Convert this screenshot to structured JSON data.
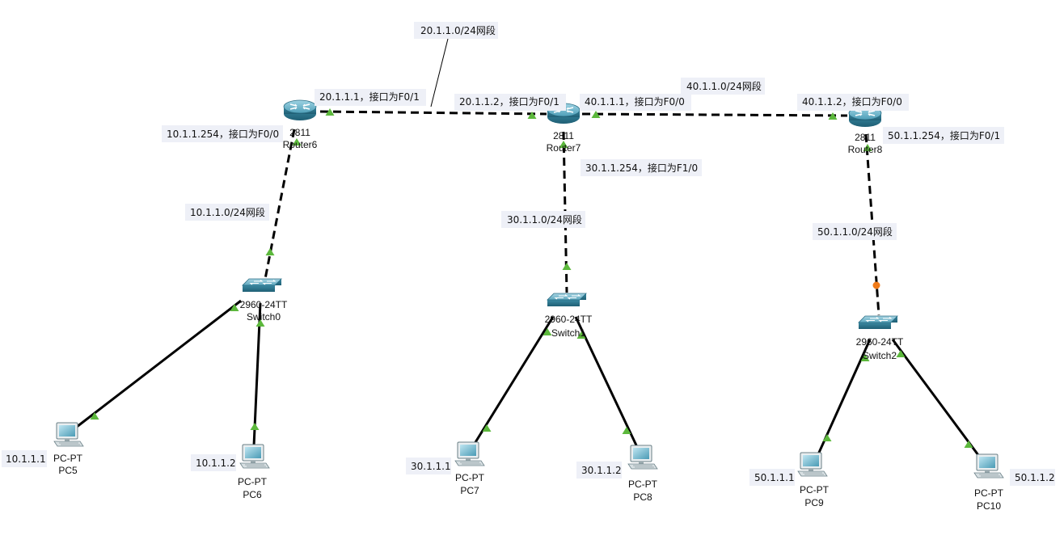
{
  "notes": {
    "net_20": "20.1.1.0/24网段",
    "r6_f01": "20.1.1.1，接口为F0/1",
    "r7_f01": "20.1.1.2，接口为F0/1",
    "r7_f00": "40.1.1.1，接口为F0/0",
    "net_40": "40.1.1.0/24网段",
    "r8_f00": "40.1.1.2，接口为F0/0",
    "r6_f00": "10.1.1.254，接口为F0/0",
    "r8_f01": "50.1.1.254，接口为F0/1",
    "r7_f10": "30.1.1.254，接口为F1/0",
    "net_10": "10.1.1.0/24网段",
    "net_30": "30.1.1.0/24网段",
    "net_50": "50.1.1.0/24网段",
    "pc5_ip": "10.1.1.1",
    "pc6_ip": "10.1.1.2",
    "pc7_ip": "30.1.1.1",
    "pc8_ip": "30.1.1.2",
    "pc9_ip": "50.1.1.1",
    "pc10_ip": "50.1.1.2"
  },
  "devices": {
    "router6": {
      "model": "2811",
      "name": "Router6"
    },
    "router7": {
      "model": "2811",
      "name": "Router7"
    },
    "router8": {
      "model": "2811",
      "name": "Router8"
    },
    "switch0": {
      "model": "2960-24TT",
      "name": "Switch0"
    },
    "switch1": {
      "model": "2960-24TT",
      "name": "Switch1"
    },
    "switch2": {
      "model": "2960-24TT",
      "name": "Switch2"
    },
    "pc5": {
      "model": "PC-PT",
      "name": "PC5"
    },
    "pc6": {
      "model": "PC-PT",
      "name": "PC6"
    },
    "pc7": {
      "model": "PC-PT",
      "name": "PC7"
    },
    "pc8": {
      "model": "PC-PT",
      "name": "PC8"
    },
    "pc9": {
      "model": "PC-PT",
      "name": "PC9"
    },
    "pc10": {
      "model": "PC-PT",
      "name": "PC10"
    }
  },
  "colors": {
    "link": "#000000",
    "link_up": "#5cb83c",
    "link_pending": "#f07a18",
    "note_bg": "#eef0f7",
    "device_blue": "#3f8fa8"
  }
}
